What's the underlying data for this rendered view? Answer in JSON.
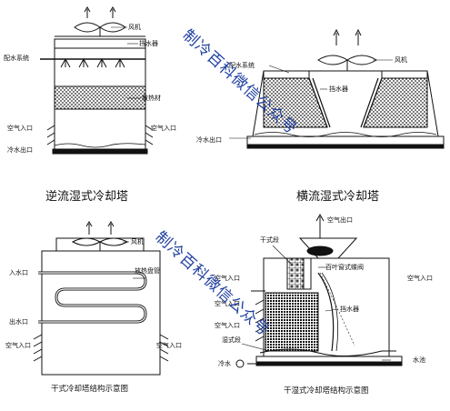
{
  "counterflow": {
    "labels": {
      "fan": "风机",
      "drift_eliminator": "挡水器",
      "water_distribution": "配水系统",
      "fill": "散热材",
      "air_inlet_left": "空气入口",
      "air_inlet_right": "空气入口",
      "cold_water_outlet": "冷水出口"
    },
    "caption": "逆流湿式冷却塔"
  },
  "crossflow": {
    "labels": {
      "water_distribution": "配水系统",
      "fan": "风机",
      "drift_eliminator": "挡水器",
      "cold_water_outlet": "冷水出口"
    },
    "caption": "横流湿式冷却塔"
  },
  "dry": {
    "labels": {
      "fan": "风机",
      "water_inlet": "入水口",
      "heat_coil": "放热盘管",
      "water_outlet": "出水口",
      "air_inlet_left": "空气入口",
      "air_inlet_right": "空气入口"
    },
    "caption": "干式冷却塔结构示意图"
  },
  "hybrid": {
    "labels": {
      "hot_air_outlet": "空气出口",
      "dry_section": "干式段",
      "louver_damper": "百叶窗式蝶阀",
      "air_inlet_1": "空气入口",
      "air_inlet_2": "空气入口",
      "air_inlet_3": "空气入口",
      "air_inlet_right": "空气入口",
      "drift_eliminator": "挡水器",
      "wet_section": "湿式段",
      "cold_water": "冷水",
      "basin": "水池"
    },
    "caption": "干湿式冷却塔结构示意图"
  },
  "watermark": {
    "line1": "制冷百科微信公众号",
    "line2": "制冷百科微信公众号"
  }
}
